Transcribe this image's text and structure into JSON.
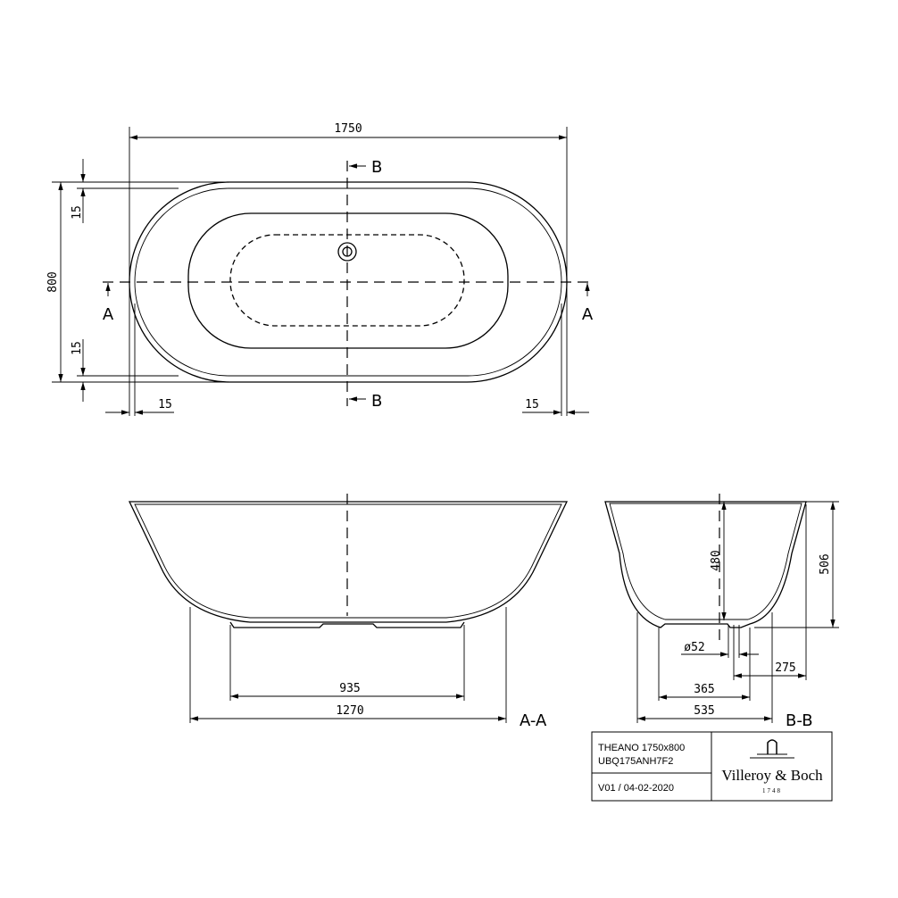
{
  "top_view": {
    "dim_length": "1750",
    "dim_width": "800",
    "dim_rim_top": "15",
    "dim_rim_bottom": "15",
    "dim_rim_left": "15",
    "dim_rim_right": "15",
    "section_a": "A",
    "section_b": "B"
  },
  "section_aa": {
    "label": "A-A",
    "dim_inner": "935",
    "dim_outer": "1270"
  },
  "section_bb": {
    "label": "B-B",
    "dim_depth": "480",
    "dim_height": "506",
    "dim_drain": "ø52",
    "dim_drain_offset": "275",
    "dim_inner": "365",
    "dim_outer": "535"
  },
  "title_block": {
    "model": "THEANO 1750x800",
    "code": "UBQ175ANH7F2",
    "version": "V01 / 04-02-2020",
    "brand": "Villeroy & Boch",
    "brand_year": "1748"
  }
}
